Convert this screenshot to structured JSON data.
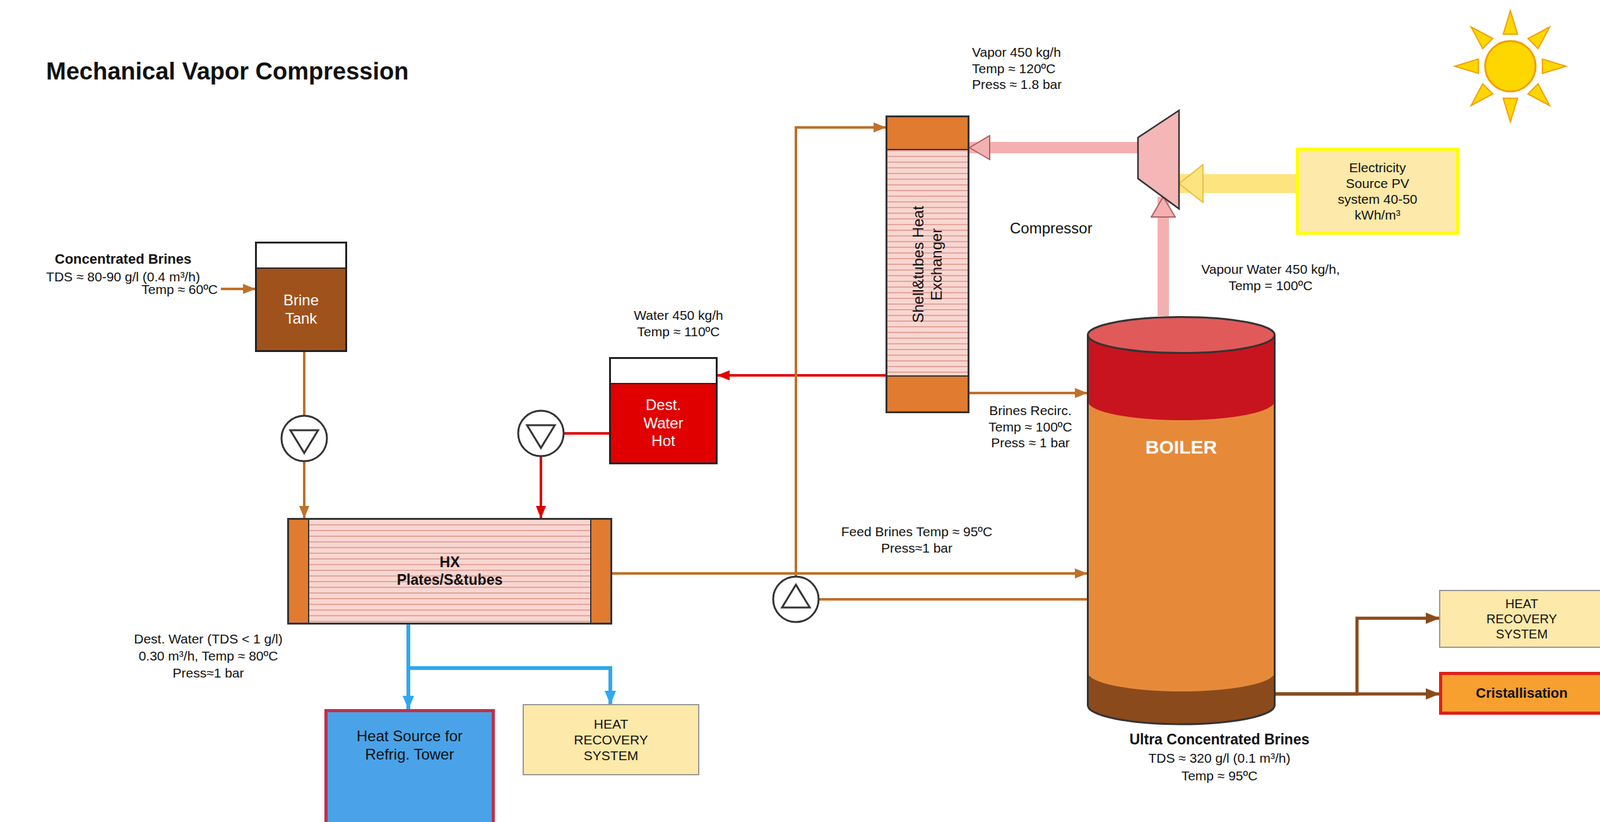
{
  "diagram": {
    "title": "Mechanical Vapor Compression",
    "nodes": [
      {
        "text": [
          "Brine Tank"
        ]
      },
      {
        "text": [
          "Dest. Water Hot"
        ]
      },
      {
        "text": [
          "HX Plates/S&tubes"
        ]
      },
      {
        "text": [
          "Shell&tubes Heat Exchanger"
        ]
      },
      {
        "text": [
          "Compressor"
        ]
      },
      {
        "text": [
          "Electricity Source PV system 40-50 kWh/m³"
        ]
      },
      {
        "text": [
          "BOILER"
        ]
      },
      {
        "text": [
          "HEAT RECOVERY SYSTEM"
        ]
      },
      {
        "text": [
          "Cristallisation"
        ]
      },
      {
        "text": [
          "Heat Source for Refrig. Tower"
        ]
      },
      {
        "text": [
          "HEAT RECOVERY SYSTEM"
        ]
      }
    ],
    "edges": [
      {
        "from": 0,
        "to": 2,
        "arrow": "to"
      },
      {
        "from": 1,
        "to": 2,
        "arrow": "to"
      },
      {
        "from": 3,
        "to": 1,
        "arrow": "to",
        "label": "Water 450 kg/h Temp ≈ 110ºC"
      },
      {
        "from": 3,
        "to": 6,
        "arrow": "to",
        "label": "Brines Recirc. Temp ≈ 100ºC Press ≈ 1 bar"
      },
      {
        "from": 2,
        "to": 6,
        "arrow": "to",
        "label": "Feed Brines Temp ≈ 95ºC Press≈1 bar"
      },
      {
        "from": 6,
        "to": 3,
        "arrow": "to"
      },
      {
        "from": 6,
        "to": 4,
        "arrow": "to",
        "label": "Vapour Water 450 kg/h, Temp = 100ºC"
      },
      {
        "from": 4,
        "to": 3,
        "arrow": "to",
        "label": "Vapor 450 kg/h Temp ≈ 120ºC Press ≈ 1.8 bar"
      },
      {
        "from": 5,
        "to": 4,
        "arrow": "to"
      },
      {
        "from": 6,
        "to": 7,
        "arrow": "to"
      },
      {
        "from": 6,
        "to": 8,
        "arrow": "to"
      },
      {
        "from": 2,
        "to": 9,
        "arrow": "to"
      },
      {
        "from": 2,
        "to": 10,
        "arrow": "to"
      }
    ],
    "labels": [
      "Concentrated Brines",
      "TDS ≈ 80-90 g/l (0.4 m³/h)",
      "Temp ≈ 60ºC",
      "Dest. Water (TDS < 1 g/l)",
      "0.30 m³/h, Temp ≈ 80ºC",
      "Press≈1 bar",
      "Ultra Concentrated Brines",
      "TDS ≈ 320 g/l (0.1 m³/h)",
      "Temp ≈ 95ºC"
    ]
  }
}
